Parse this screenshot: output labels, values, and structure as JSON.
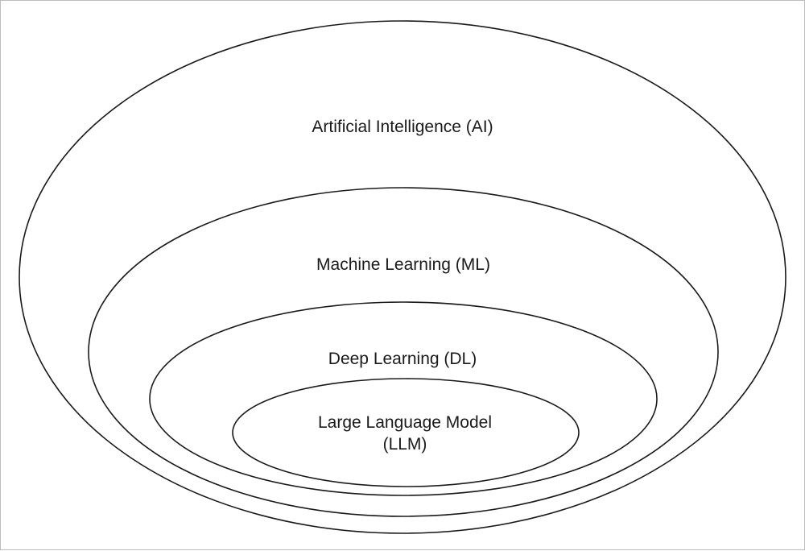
{
  "diagram": {
    "ai_label": "Artificial Intelligence (AI)",
    "ml_label": "Machine Learning (ML)",
    "dl_label": "Deep Learning (DL)",
    "llm_label_line1": "Large Language Model",
    "llm_label_line2": "(LLM)"
  },
  "colors": {
    "stroke": "#1a1a1a",
    "text": "#1a1a1a",
    "background": "#ffffff",
    "frame_border": "#bdbdbd"
  }
}
